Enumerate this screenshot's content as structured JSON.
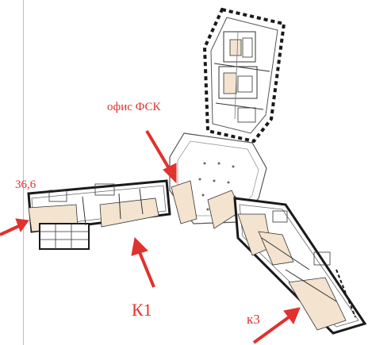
{
  "labels": {
    "office": "офис ФСК",
    "area": "36,6",
    "k1": "К1",
    "k3": "к3"
  },
  "colors": {
    "annotation": "#e0322e",
    "room_fill": "#f3e3cf",
    "wall": "#1a1a1a",
    "light_line": "#9a9a9a"
  },
  "icons": [
    "arrow-icon"
  ]
}
